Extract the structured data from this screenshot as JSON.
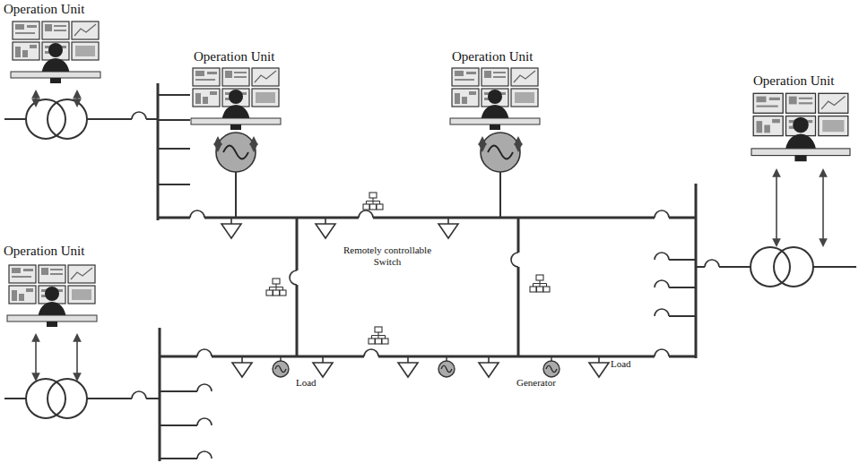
{
  "diagram": {
    "labels": [
      "Operation Unit",
      "Operation Unit",
      "Operation Unit",
      "Operation Unit",
      "Operation Unit",
      "Remotely controllable Switch",
      "Load",
      "Generator",
      "Load"
    ]
  }
}
